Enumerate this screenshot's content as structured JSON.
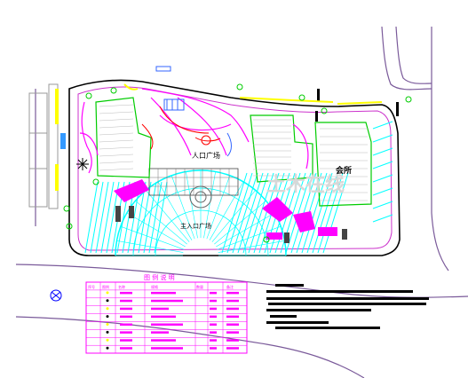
{
  "labels": {
    "entry_plaza": "主入口广场",
    "center_mark": "人口广场",
    "building_right": "会所",
    "watermark": "土木在线"
  },
  "legend_table": {
    "title": "图 例 说 明",
    "headers": [
      "序号",
      "图例",
      "名称",
      "规格",
      "数量",
      "备注"
    ]
  },
  "colors": {
    "magenta": "#ff00ff",
    "cyan": "#00ffff",
    "green": "#00cc00",
    "red": "#ff0000",
    "yellow": "#ffff00",
    "blue": "#0000ff",
    "black": "#000000",
    "gray": "#999999"
  }
}
